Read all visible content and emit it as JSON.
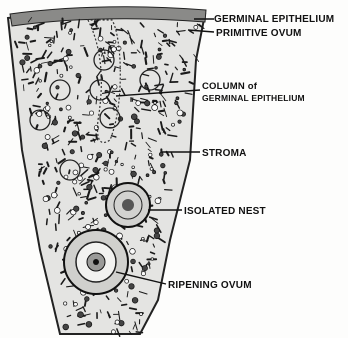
{
  "figure": {
    "labels": {
      "germinal_epithelium": "GERMINAL EPITHELIUM",
      "primitive_ovum": "PRIMITIVE OVUM",
      "column_line1": "COLUMN of",
      "column_line2": "GERMINAL EPITHELIUM",
      "stroma": "STROMA",
      "isolated_nest": "ISOLATED NEST",
      "ripening_ovum": "RIPENING OVUM"
    },
    "colors": {
      "ink": "#111111",
      "paper": "#fdfdfc"
    }
  }
}
